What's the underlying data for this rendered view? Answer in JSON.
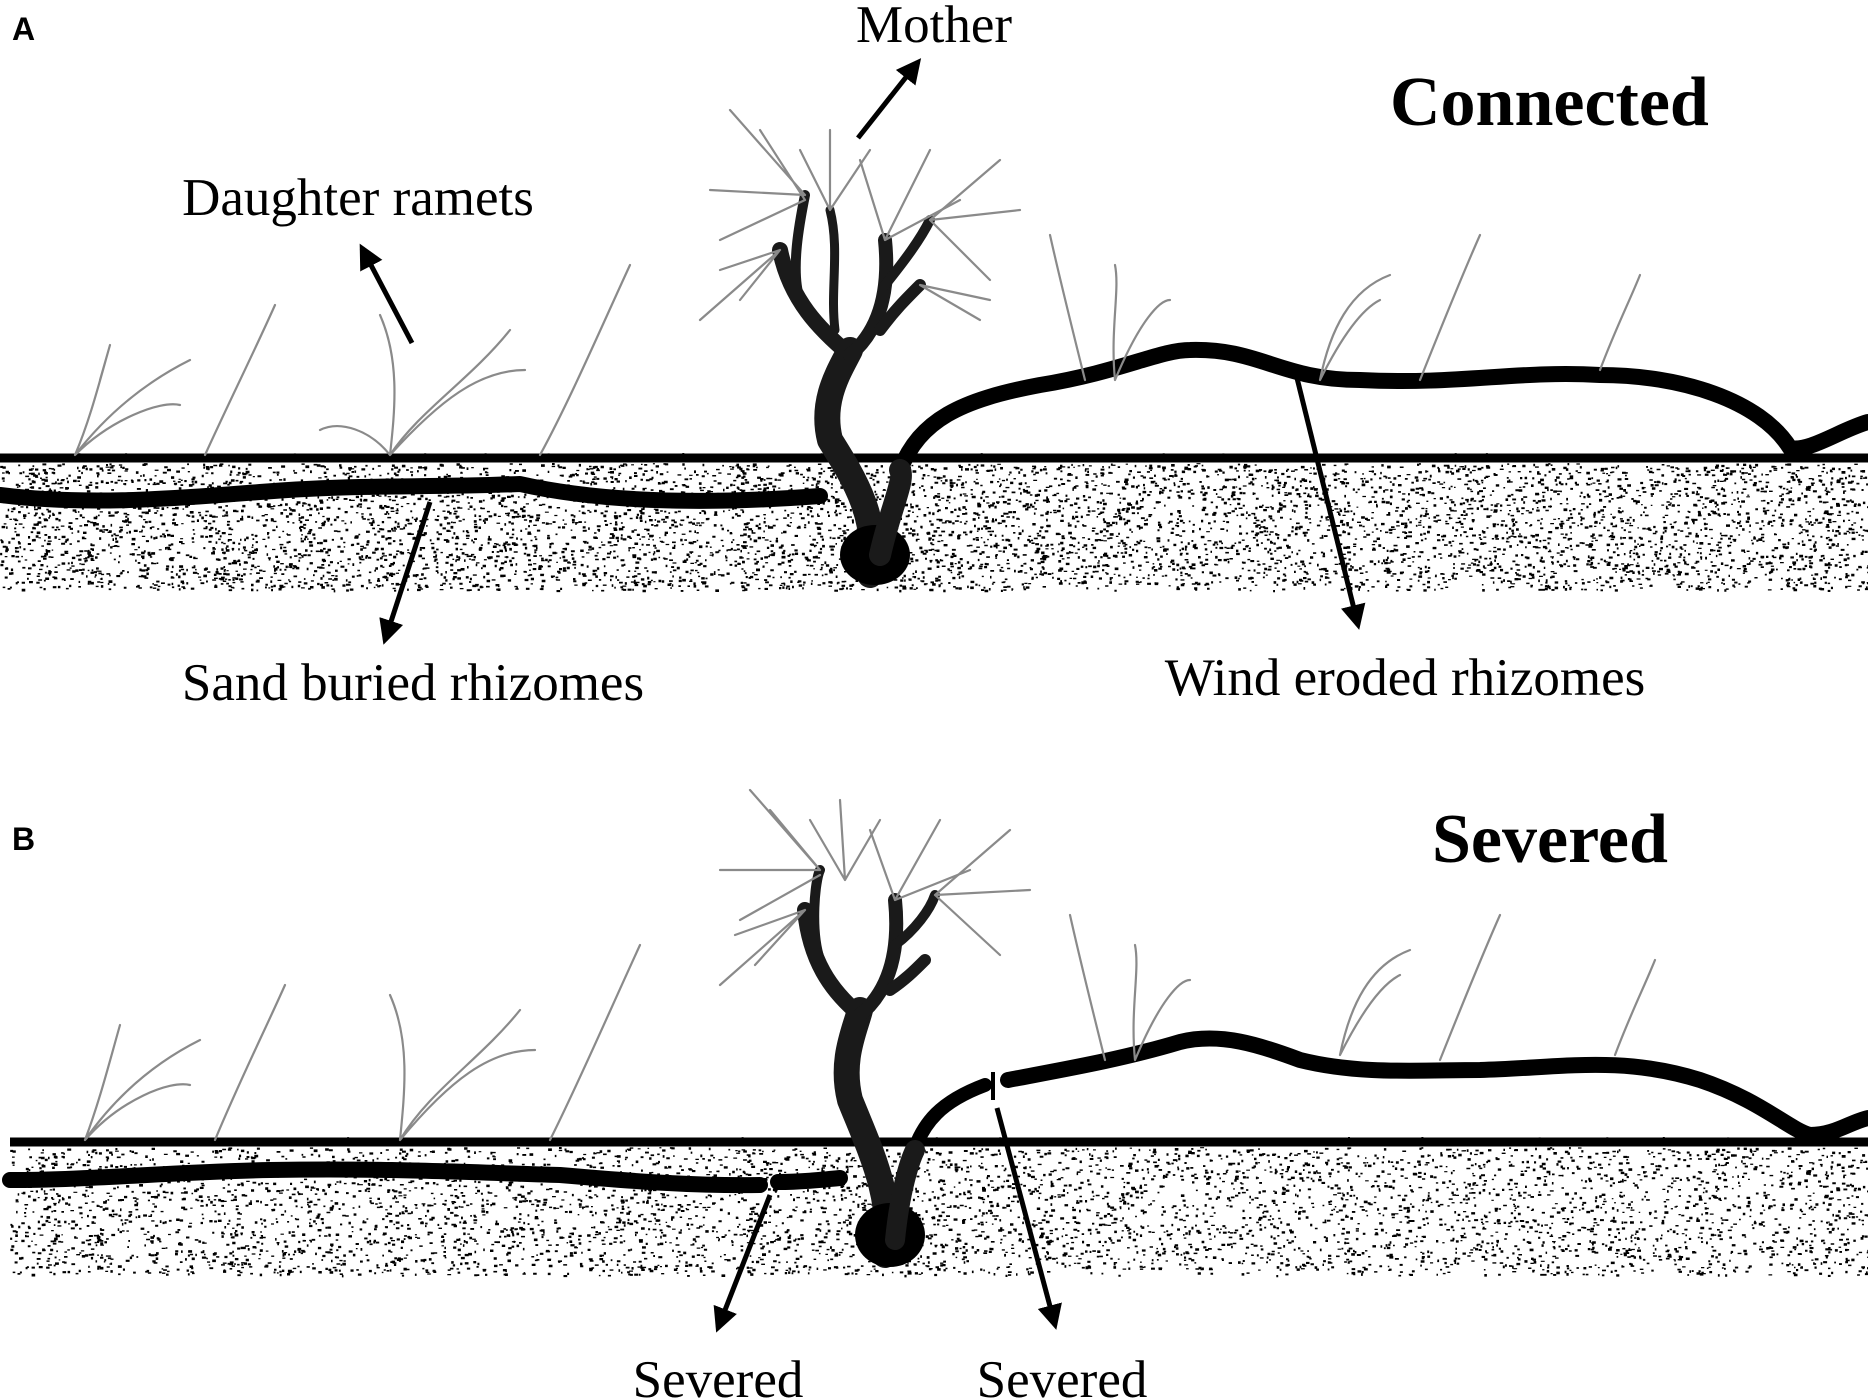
{
  "panel_a": {
    "letter": "A",
    "title": "Connected",
    "labels": {
      "mother": "Mother",
      "daughter": "Daughter ramets",
      "sand_buried": "Sand buried rhizomes",
      "wind_eroded": "Wind eroded rhizomes"
    }
  },
  "panel_b": {
    "letter": "B",
    "title": "Severed",
    "labels": {
      "severed_left": "Severed",
      "severed_right": "Severed"
    }
  },
  "colors": {
    "rhizome": "#000000",
    "shrub_trunk": "#1a1a1a",
    "grass": "#8a8a8a",
    "sand_dots": "#000000"
  }
}
